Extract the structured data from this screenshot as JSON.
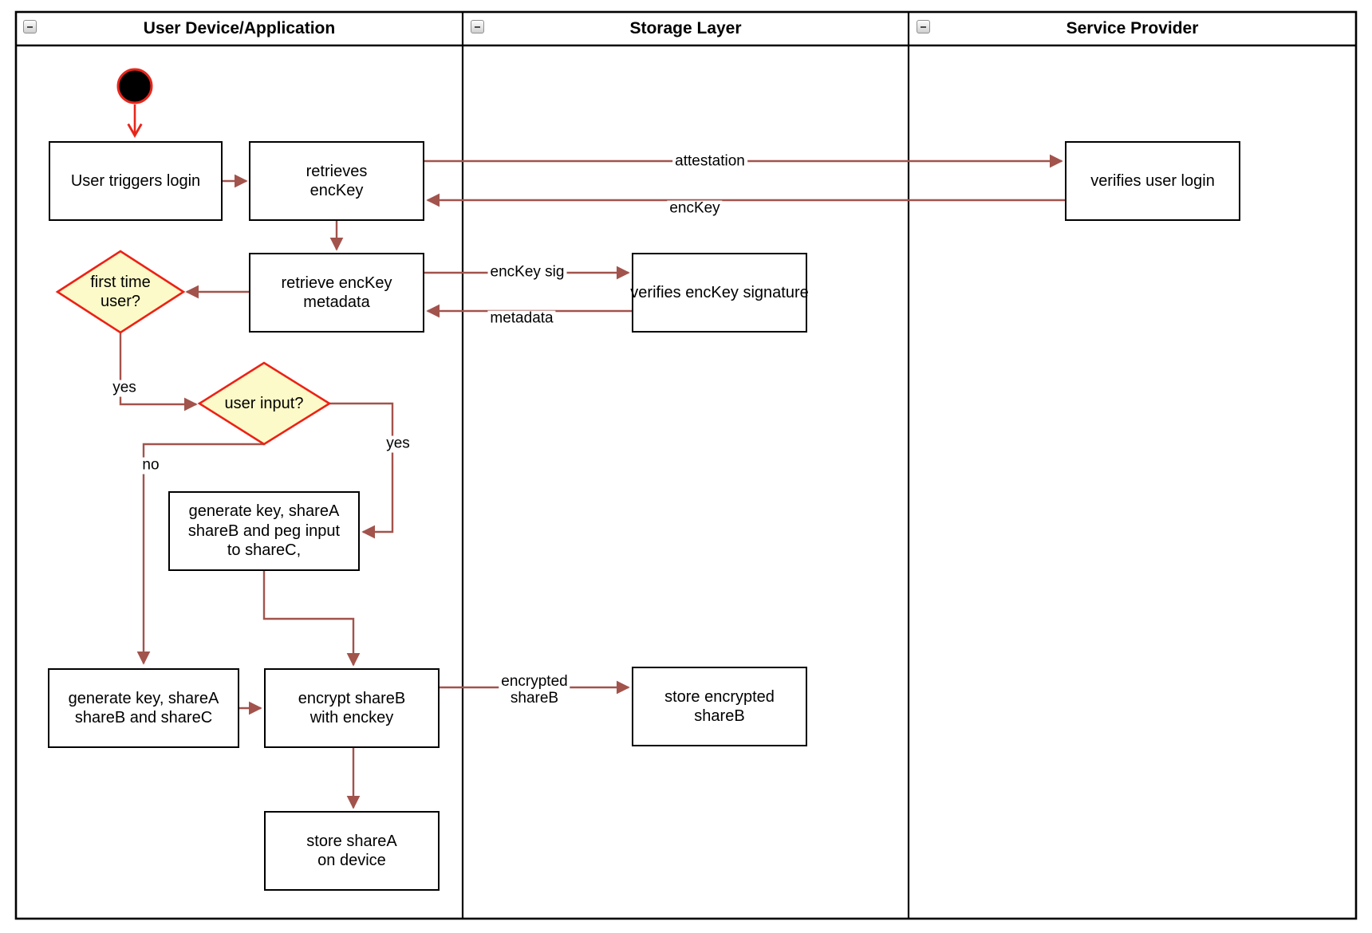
{
  "diagram": {
    "lanes": [
      {
        "title": "User Device/Application"
      },
      {
        "title": "Storage Layer"
      },
      {
        "title": "Service Provider"
      }
    ],
    "nodes": {
      "user_triggers": "User triggers login",
      "retrieves_enckey": "retrieves\nencKey",
      "retrieve_metadata": "retrieve encKey\nmetadata",
      "first_time": "first time\nuser?",
      "user_input": "user input?",
      "generate_peg": "generate key, shareA\nshareB and peg input\nto shareC,",
      "generate_shares": "generate key, shareA\nshareB and shareC",
      "encrypt_shareb": "encrypt shareB\nwith enckey",
      "store_sharea": "store shareA\non device",
      "verifies_sig": "verifies encKey signature",
      "store_encrypted": "store encrypted\nshareB",
      "verifies_login": "verifies user login"
    },
    "edge_labels": {
      "attestation": "attestation",
      "enckey": "encKey",
      "enckey_sig": "encKey sig",
      "metadata": "metadata",
      "encrypted_shareb": "encrypted\nshareB",
      "yes_first_time": "yes",
      "no_user_input": "no",
      "yes_user_input": "yes"
    },
    "colors": {
      "edge": "#A2534C",
      "start_edge": "#E7261B",
      "decision_fill": "#FCFAC8",
      "decision_stroke": "#ED2115",
      "frame": "#000000"
    }
  }
}
